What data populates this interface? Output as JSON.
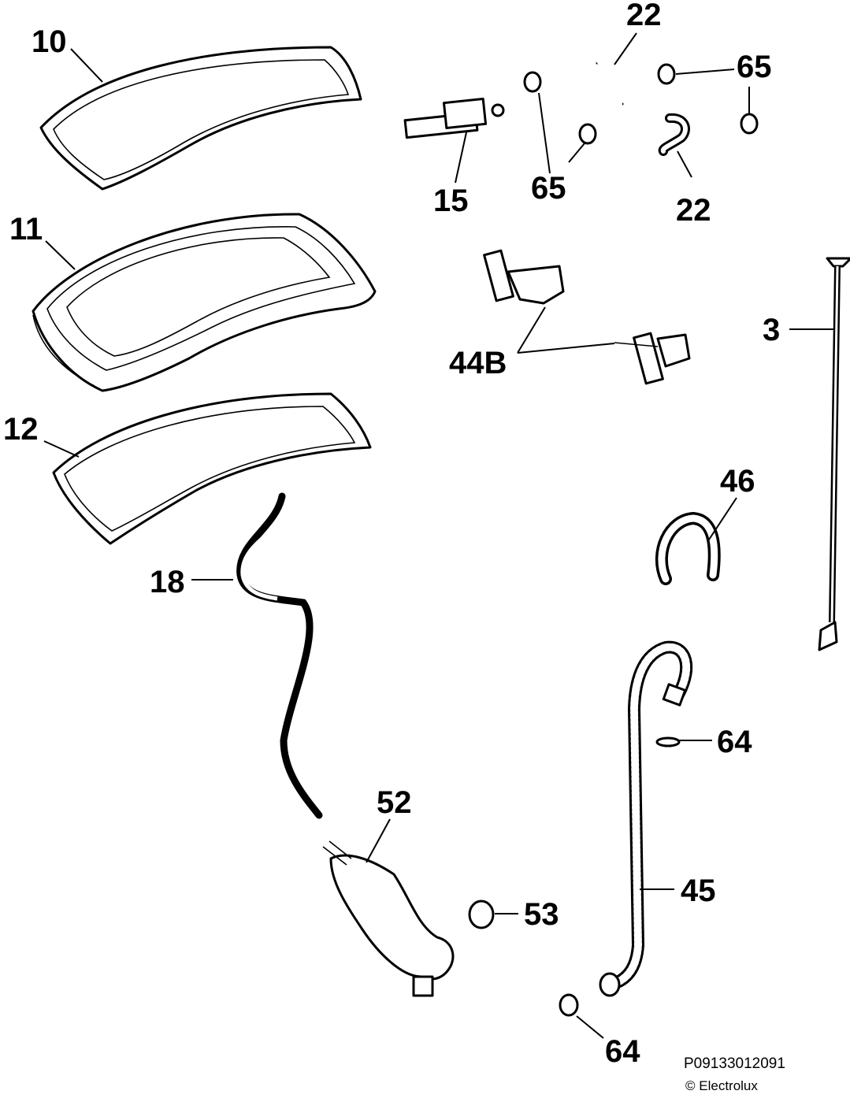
{
  "callouts": {
    "c10": "10",
    "c11": "11",
    "c12": "12",
    "c15": "15",
    "c22a": "22",
    "c22b": "22",
    "c65a": "65",
    "c65b": "65",
    "c3": "3",
    "c44b": "44B",
    "c46": "46",
    "c18": "18",
    "c52": "52",
    "c53": "53",
    "c45": "45",
    "c64a": "64",
    "c64b": "64"
  },
  "footer": {
    "code": "P09133012091",
    "copyright": "© Electrolux"
  }
}
